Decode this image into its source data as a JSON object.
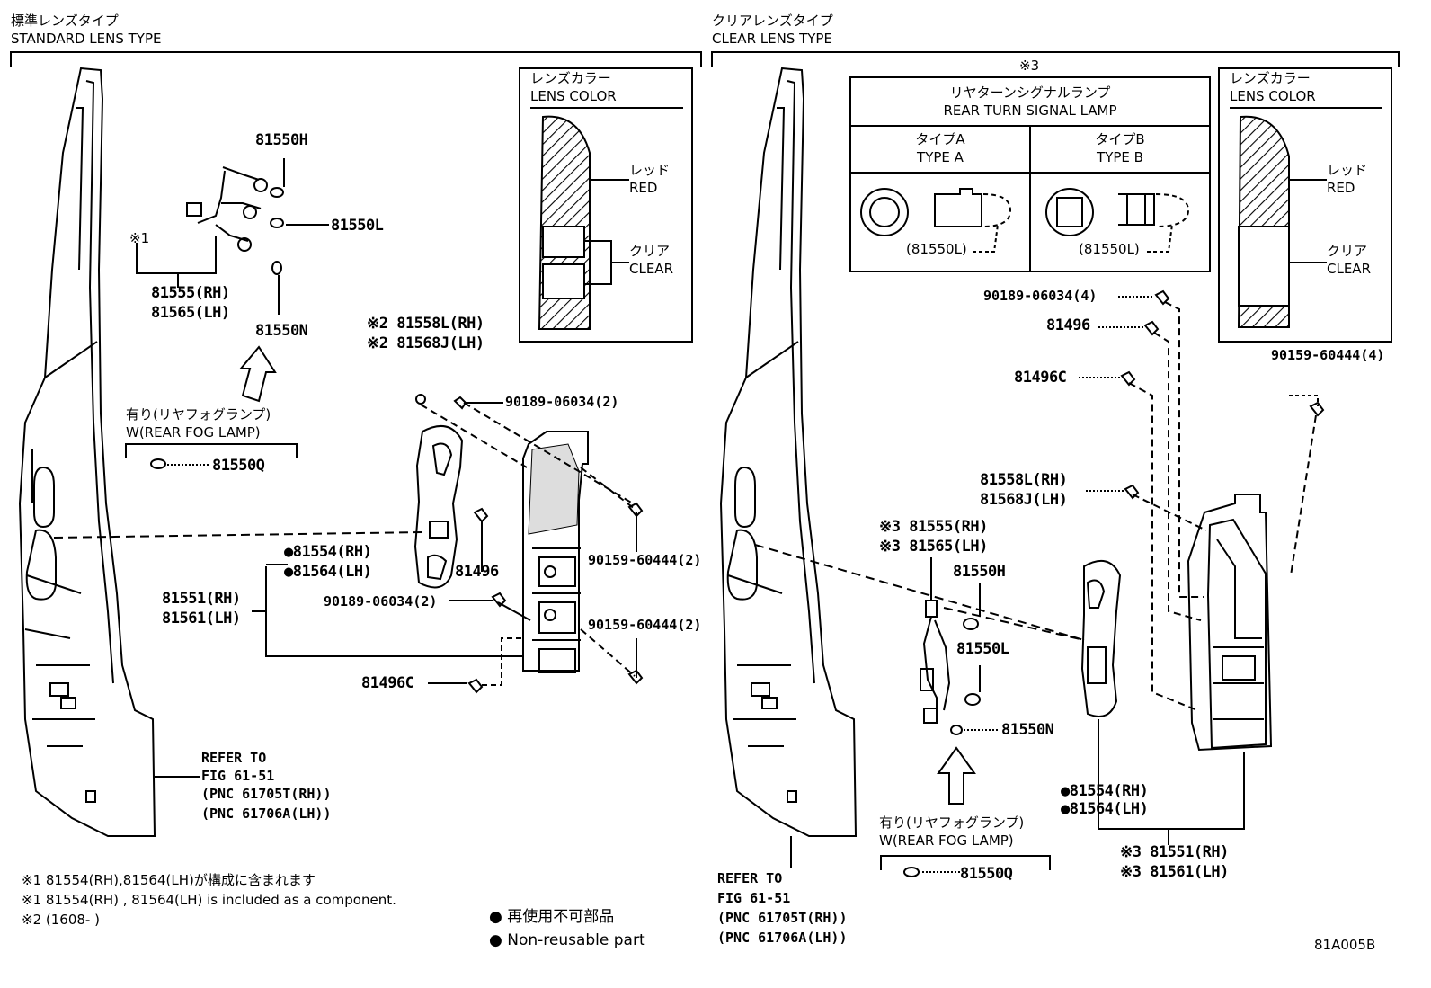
{
  "left": {
    "title_jp": "標準レンズタイプ",
    "title_en": "STANDARD LENS TYPE",
    "lens_color": {
      "jp": "レンズカラー",
      "en": "LENS COLOR",
      "red_jp": "レッド",
      "red_en": "RED",
      "clear_jp": "クリア",
      "clear_en": "CLEAR"
    },
    "parts": {
      "p81550H": "81550H",
      "p81550L": "81550L",
      "p81550N": "81550N",
      "mark1": "※1",
      "p81555": "81555(RH)",
      "p81565": "81565(LH)",
      "p81558L": "※2 81558L(RH)",
      "p81568J": "※2 81568J(LH)",
      "p90189a": "90189-06034(2)",
      "fog_jp": "有り(リヤフォグランプ)",
      "fog_en": "W(REAR FOG LAMP)",
      "p81550Q": "81550Q",
      "p81554": "●81554(RH)",
      "p81564": "●81564(LH)",
      "p81496": "81496",
      "p90159a": "90159-60444(2)",
      "p81551": "81551(RH)",
      "p81561": "81561(LH)",
      "p90189b": "90189-06034(2)",
      "p90159b": "90159-60444(2)",
      "p81496C": "81496C",
      "ref1": "REFER TO",
      "ref2": "FIG 61-51",
      "ref3": "(PNC 61705T(RH))",
      "ref4": "(PNC 61706A(LH))"
    }
  },
  "right": {
    "title_jp": "クリアレンズタイプ",
    "title_en": "CLEAR LENS TYPE",
    "mark3": "※3",
    "turn": {
      "jp": "リヤターンシグナルランプ",
      "en": "REAR TURN SIGNAL LAMP",
      "a_jp": "タイプA",
      "a_en": "TYPE A",
      "b_jp": "タイプB",
      "b_en": "TYPE B",
      "pa": "(81550L)",
      "pb": "(81550L)"
    },
    "lens_color": {
      "jp": "レンズカラー",
      "en": "LENS COLOR",
      "red_jp": "レッド",
      "red_en": "RED",
      "clear_jp": "クリア",
      "clear_en": "CLEAR"
    },
    "parts": {
      "p90189": "90189-06034(4)",
      "p81496": "81496",
      "p81496C": "81496C",
      "p90159": "90159-60444(4)",
      "p81558L": "81558L(RH)",
      "p81568J": "81568J(LH)",
      "p81555": "※3 81555(RH)",
      "p81565": "※3 81565(LH)",
      "p81550H": "81550H",
      "p81550L": "81550L",
      "p81550N": "81550N",
      "p81554": "●81554(RH)",
      "p81564": "●81564(LH)",
      "p81551": "※3 81551(RH)",
      "p81561": "※3 81561(LH)",
      "fog_jp": "有り(リヤフォグランプ)",
      "fog_en": "W(REAR FOG LAMP)",
      "p81550Q": "81550Q",
      "ref1": "REFER TO",
      "ref2": "FIG 61-51",
      "ref3": "(PNC 61705T(RH))",
      "ref4": "(PNC 61706A(LH))"
    }
  },
  "notes": {
    "n1": "※1 81554(RH),81564(LH)が構成に含まれます",
    "n2": "※1 81554(RH) , 81564(LH) is included as a component.",
    "n3": "※2 (1608-        )",
    "legend_jp": "● 再使用不可部品",
    "legend_en": "● Non-reusable part",
    "code": "81A005B"
  }
}
